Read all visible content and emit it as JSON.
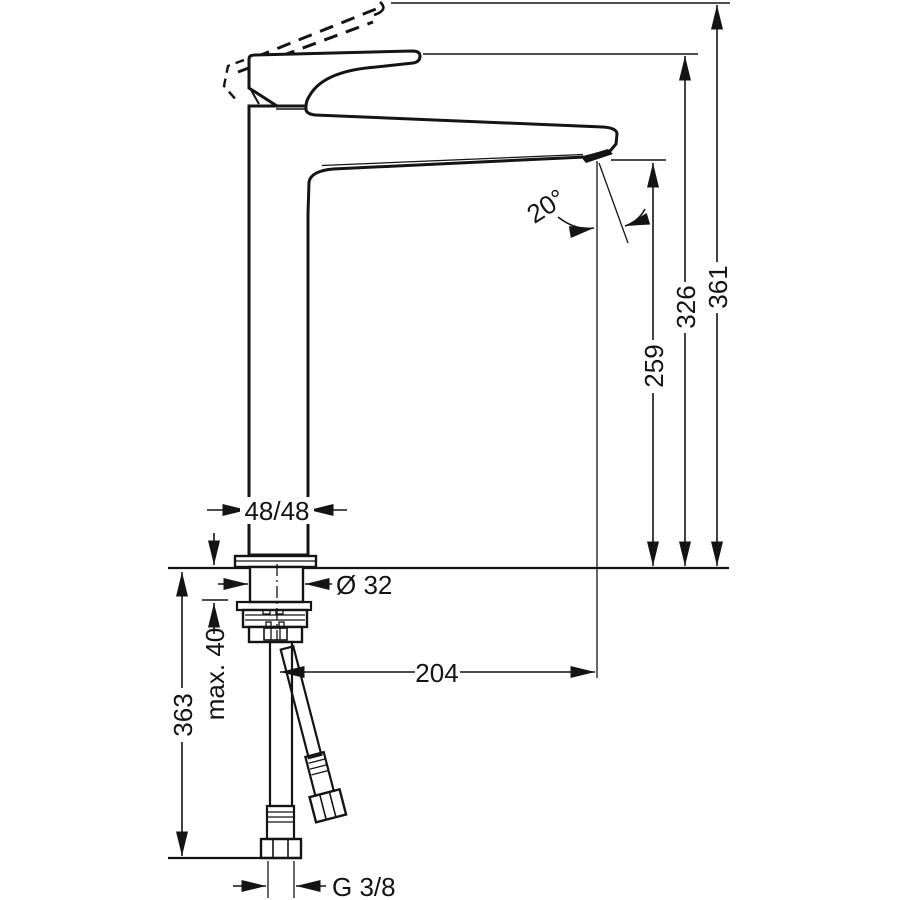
{
  "drawing": {
    "background": "#ffffff",
    "line_color": "#141414"
  },
  "labels": {
    "total_height": "361",
    "handle_height": "326",
    "spout_height": "259",
    "spray_angle": "20°",
    "body_section": "48/48",
    "hole_diameter": "Ø 32",
    "max_counter_thickness": "max. 40",
    "hose_length": "363",
    "spout_reach": "204",
    "connection_thread": "G 3/8"
  }
}
